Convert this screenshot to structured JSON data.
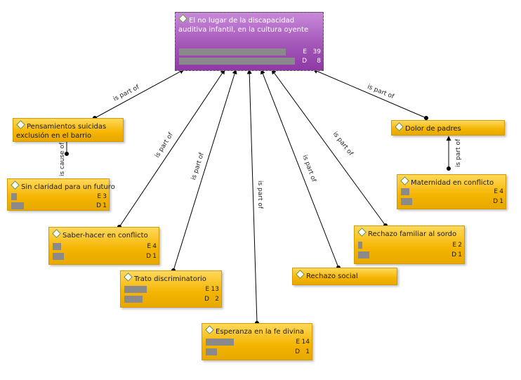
{
  "nodes": {
    "root": {
      "title": "El no lugar de la discapacidad auditiva infantil, en la cultura oyente",
      "E": "39",
      "D": "8",
      "E_fill": 1.0,
      "D_fill": 1.0
    },
    "pensamientos": {
      "title": "Pensamientos suicidas exclusión en el barrio"
    },
    "sin_claridad": {
      "title": "Sin claridad para un futuro",
      "E": "3",
      "D": "1",
      "E_fill": 0.21,
      "D_fill": 0.125
    },
    "saber_hacer": {
      "title": "Saber-hacer en conflicto",
      "E": "4",
      "D": "1",
      "E_fill": 0.28,
      "D_fill": 0.125
    },
    "trato": {
      "title": "Trato discriminatorio",
      "E": "13",
      "D": "2",
      "E_fill": 0.9,
      "D_fill": 0.25
    },
    "esperanza": {
      "title": "Esperanza en la fe divina",
      "E": "14",
      "D": "1",
      "E_fill": 0.97,
      "D_fill": 0.125
    },
    "rechazo_social": {
      "title": "Rechazo social"
    },
    "rechazo_familiar": {
      "title": "Rechazo familiar al sordo",
      "E": "2",
      "D": "1",
      "E_fill": 0.14,
      "D_fill": 0.125
    },
    "dolor": {
      "title": "Dolor de padres"
    },
    "maternidad": {
      "title": "Maternidad en conflicto",
      "E": "4",
      "D": "1",
      "E_fill": 0.28,
      "D_fill": 0.125
    }
  },
  "metric_labels": {
    "E": "E",
    "D": "D"
  },
  "edges": [
    {
      "id": "e-pensamientos",
      "label": "is part of"
    },
    {
      "id": "e-sin-claridad",
      "label": "is cause of"
    },
    {
      "id": "e-saber-hacer",
      "label": "is part of"
    },
    {
      "id": "e-trato",
      "label": "is part of"
    },
    {
      "id": "e-esperanza",
      "label": "is part of"
    },
    {
      "id": "e-rechazo-social",
      "label": "is part of"
    },
    {
      "id": "e-rechazo-familiar",
      "label": "is part of"
    },
    {
      "id": "e-dolor",
      "label": "is part of"
    },
    {
      "id": "e-maternidad",
      "label": "is part of"
    }
  ],
  "colors": {
    "node_fill": "#f4b400",
    "root_fill": "#a357b8",
    "bar": "#8a8a8a",
    "edge": "#000000"
  }
}
